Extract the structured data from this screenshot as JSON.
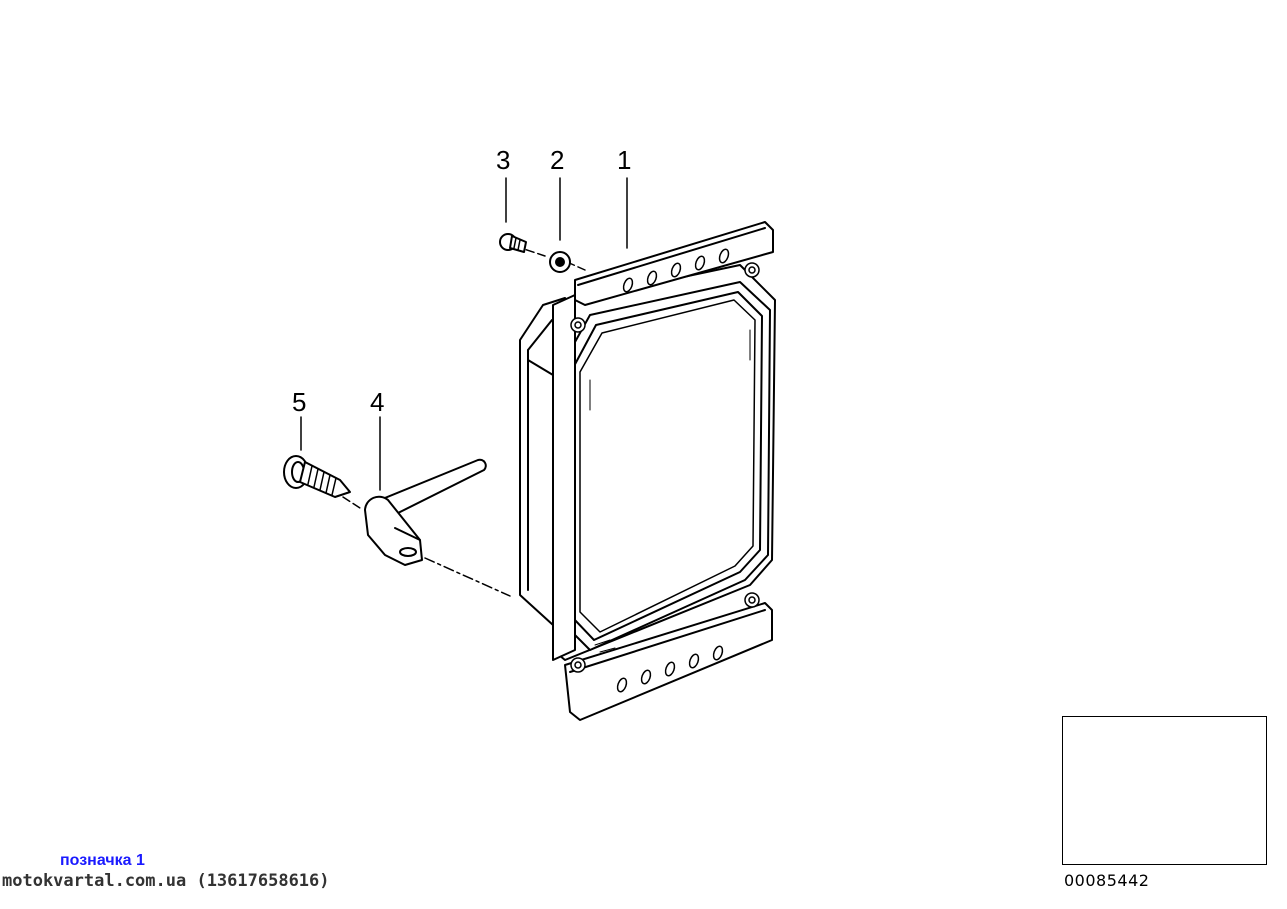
{
  "callouts": [
    "1",
    "2",
    "3",
    "4",
    "5"
  ],
  "image_number": "00085442",
  "mark_label": "позначка 1",
  "watermark": "motokvartal.com.ua (13617658616)"
}
